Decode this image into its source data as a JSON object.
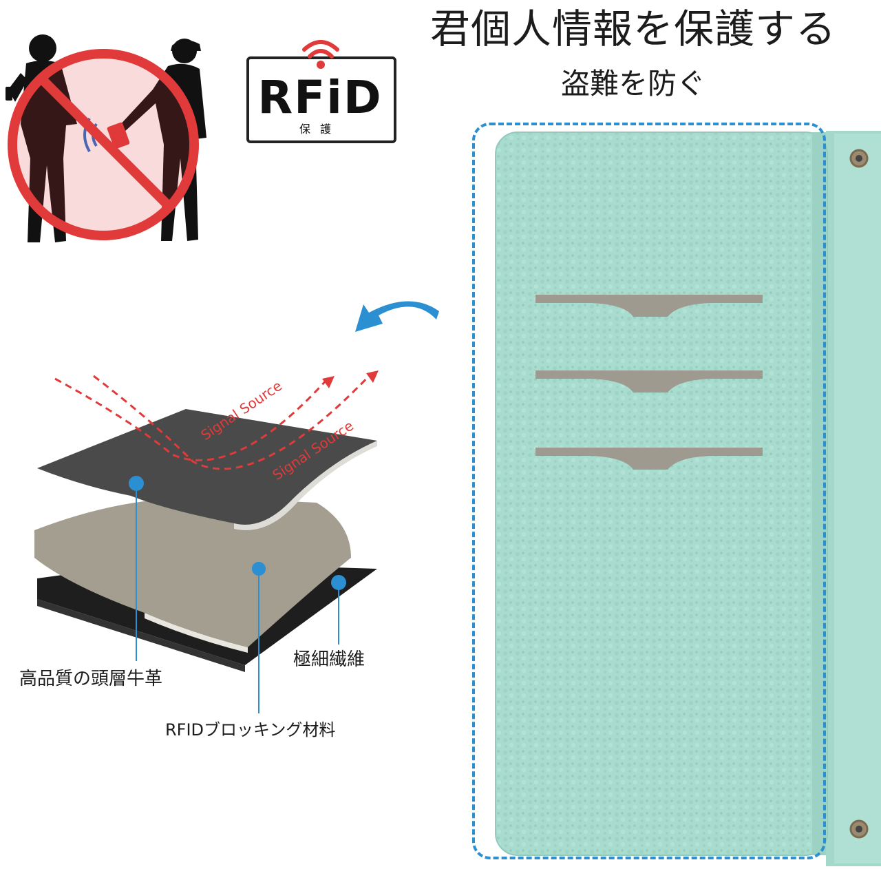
{
  "headline": "君個人情報を保護する",
  "subheadline": "盗難を防ぐ",
  "rfid_badge": {
    "main_text": "RFiD",
    "sub_text": "保護"
  },
  "layer_diagram": {
    "signal_labels": [
      "Signal Source",
      "Signal Source"
    ],
    "labels": {
      "leather": "高品質の頭層牛革",
      "blocking": "RFIDブロッキング材料",
      "fiber": "極細繊維"
    }
  },
  "colors": {
    "accent_blue": "#2b8fd1",
    "signal_red": "#e03a3a",
    "wallet_mint": "#a8dccf",
    "slot_gray": "#9e9a8f"
  },
  "icons": [
    "no-theft-icon",
    "rfid-signal-icon",
    "curved-arrow-icon"
  ]
}
